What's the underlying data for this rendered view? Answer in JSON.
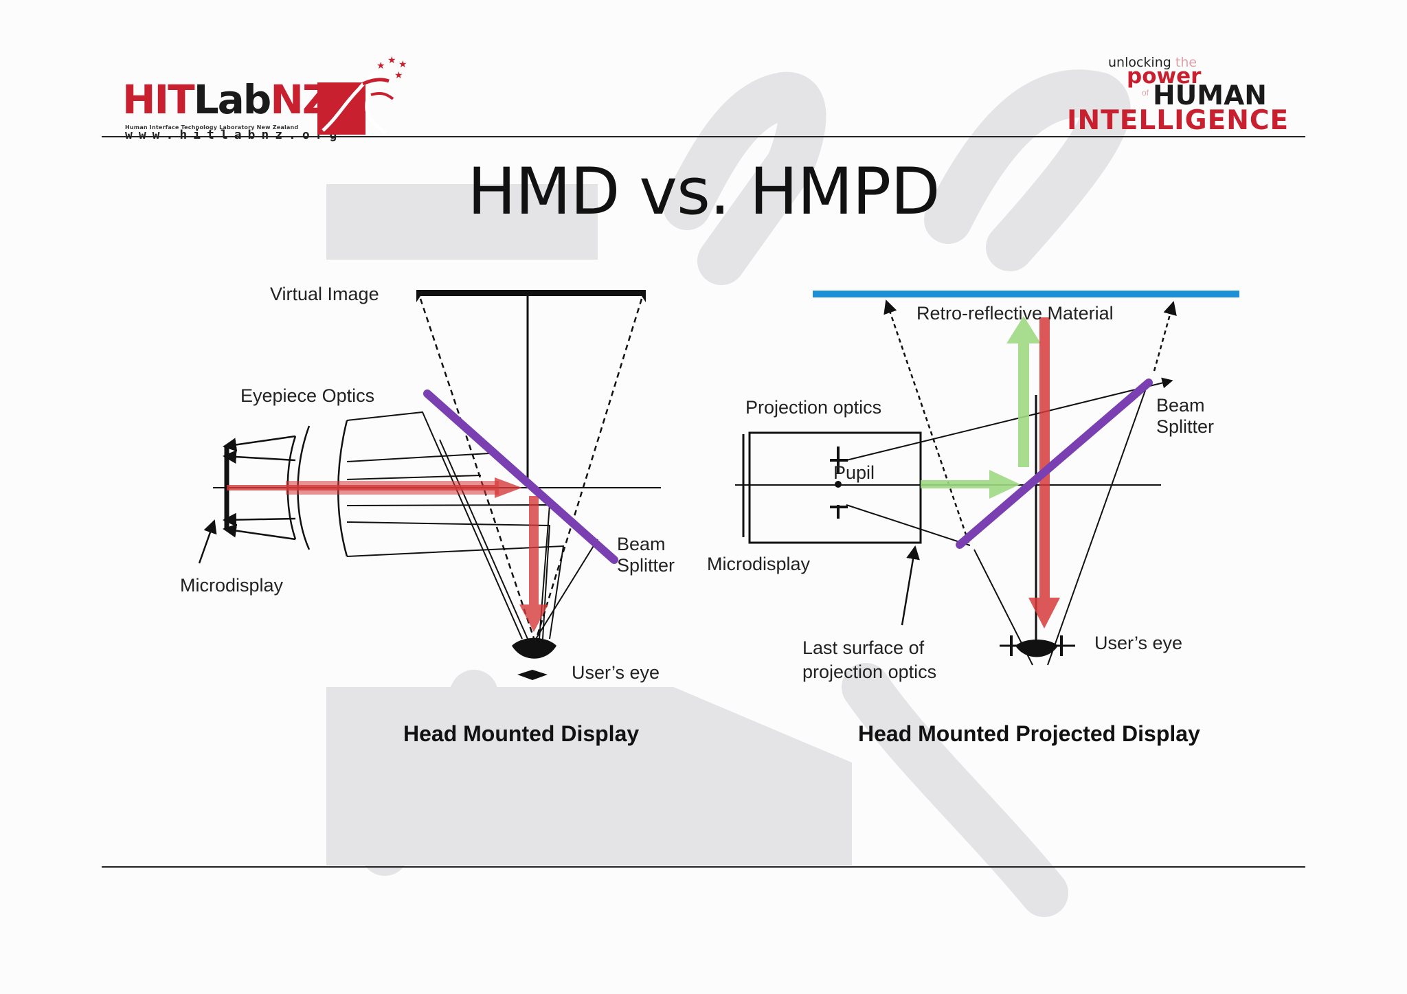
{
  "slide": {
    "title": "HMD vs. HMPD"
  },
  "logo_left": {
    "brand_red": "HIT",
    "brand_dark": "Lab",
    "brand_red2": "NZ",
    "subtitle": "Human Interface Technology Laboratory New Zealand",
    "url": "www.hitlabnz.org"
  },
  "logo_right": {
    "unlocking": "unlocking",
    "the": "the",
    "power": "power",
    "of": "of",
    "human": "HUMAN",
    "intelligence": "INTELLIGENCE"
  },
  "hmd": {
    "labels": {
      "virtual_image": "Virtual Image",
      "eyepiece_optics": "Eyepiece Optics",
      "microdisplay": "Microdisplay",
      "beam": "Beam",
      "splitter": "Splitter",
      "users_eye": "User’s eye"
    },
    "caption": "Head Mounted Display"
  },
  "hmpd": {
    "labels": {
      "retro_reflective": "Retro-reflective Material",
      "projection_optics": "Projection optics",
      "pupil": "Pupil",
      "microdisplay": "Microdisplay",
      "beam": "Beam",
      "splitter": "Splitter",
      "last_surface_1": "Last surface of",
      "last_surface_2": "projection optics",
      "users_eye": "User’s eye"
    },
    "caption": "Head Mounted Projected Display"
  },
  "colors": {
    "accent_red": "#c8202f",
    "ray_red": "#d63a3a",
    "ray_green": "#9ed882",
    "splitter_purple": "#7a3fb0",
    "retro_blue": "#1c8fd6",
    "background_deco": "#d6d5d9"
  }
}
